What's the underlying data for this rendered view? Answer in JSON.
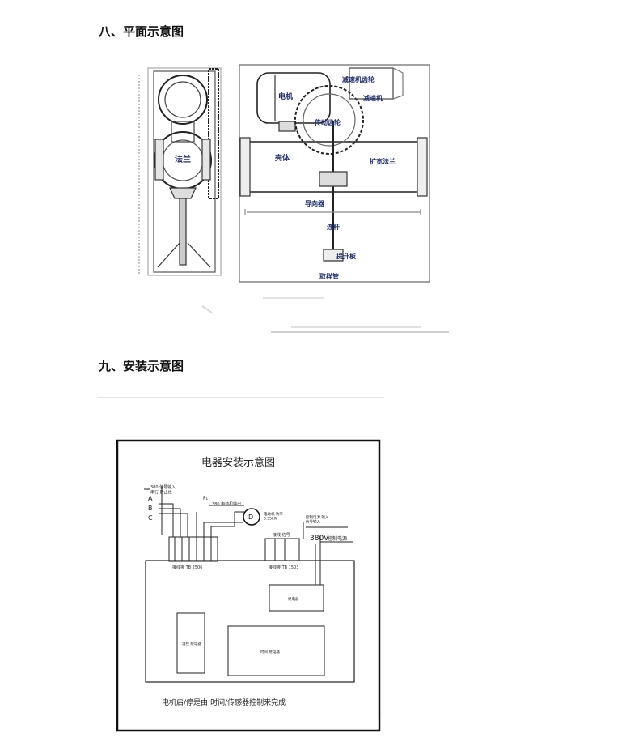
{
  "headings": {
    "plan": "八、平面示意图",
    "install": "九、安装示意图"
  },
  "plan_view": {
    "labels": {
      "flange": "法兰",
      "motor": "电机",
      "reducer_sprocket": "减速机齿轮",
      "reducer": "减速机",
      "drive_sprocket": "传动齿轮",
      "shell": "壳体",
      "expand_flange": "扩宽法兰",
      "guide_wheel": "导向器",
      "rod": "连杆",
      "lift_plate": "提升板",
      "sample_tube": "取样管"
    }
  },
  "electrical": {
    "title": "电器安装示意图",
    "input_note": "380 信号输入\n串行 防止线",
    "phases": [
      "A",
      "B",
      "C"
    ],
    "p_label": "P₁",
    "output_note": "380 电动机输出",
    "motor_symbol": "D",
    "motor_note": "电动机 功率\n0.55kW",
    "terminal1_label": "接线排 TB 2506",
    "terminal2_label": "接线排 TB 1503",
    "top_note": "控制电源 输入\n信号输入",
    "small_labels": "接线 信号",
    "voltage": "380V",
    "power_label": "控制电源",
    "relay_box": "继电器",
    "left_box": "温控 继电器",
    "controller_box": "时间 继电器",
    "footer": "电机启/停是由:时间/传感器控制来完成"
  },
  "colors": {
    "line": "#1a1a1a",
    "label_blue": "#1f2e6b",
    "soft_line": "#777777"
  }
}
